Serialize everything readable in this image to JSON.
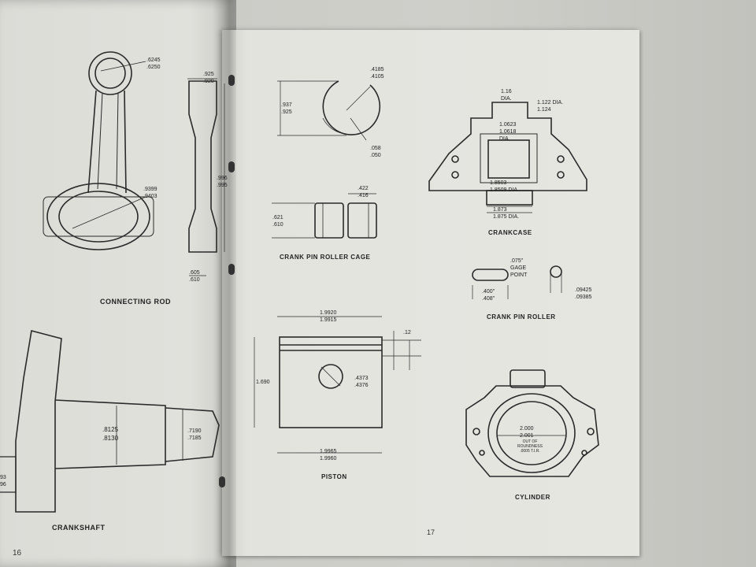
{
  "left_page": {
    "page_number": "16",
    "connecting_rod": {
      "title": "CONNECTING ROD",
      "small_end": [
        ".6245",
        ".6250"
      ],
      "big_end": [
        ".9399",
        ".9403"
      ],
      "side_top": [
        ".925",
        ".920"
      ],
      "side_length": [
        ".996",
        ".995"
      ],
      "side_bottom": [
        ".605",
        ".610"
      ]
    },
    "crankshaft": {
      "title": "CRANKSHAFT",
      "journal": [
        ".8125",
        ".8130"
      ],
      "taper": [
        ".7190",
        ".7185"
      ],
      "edge": [
        "93",
        "96"
      ]
    }
  },
  "right_page": {
    "page_number": "17",
    "crank_pin_roller_cage": {
      "title": "CRANK PIN ROLLER CAGE",
      "ring_height": [
        ".937",
        ".925"
      ],
      "ring_top": [
        ".4185",
        ".4105"
      ],
      "ring_gap": [
        ".058",
        ".050"
      ],
      "cage_width": [
        ".422",
        ".416"
      ],
      "cage_height": [
        ".621",
        ".610"
      ]
    },
    "crankcase": {
      "title": "CRANKCASE",
      "top_bore": [
        "1.16",
        "DIA."
      ],
      "top_right": [
        "1.122",
        "1.124",
        "DIA."
      ],
      "mid_bore": [
        "1.0623",
        "1.0618",
        "DIA."
      ],
      "lower_bore": [
        "1.8503",
        "1.8509 DIA."
      ],
      "base_bore": [
        "1.873",
        "1.875 DIA."
      ]
    },
    "crank_pin_roller": {
      "title": "CRANK PIN ROLLER",
      "gage": [
        ".075\"",
        "GAGE",
        "POINT"
      ],
      "length": [
        ".400\"",
        ".408\""
      ],
      "diameter": [
        ".09425",
        ".09385"
      ]
    },
    "piston": {
      "title": "PISTON",
      "top_dia": [
        "1.9920",
        "1.9915"
      ],
      "ring": [
        ".12"
      ],
      "height": [
        "1.690"
      ],
      "pin": [
        ".4373",
        ".4376"
      ],
      "skirt": [
        "1.9965",
        "1.9960"
      ]
    },
    "cylinder": {
      "title": "CYLINDER",
      "bore": [
        "2.000",
        "2.001"
      ],
      "note": [
        "OUT OF",
        "ROUNDNESS",
        ".0005 T.I.R."
      ]
    }
  }
}
